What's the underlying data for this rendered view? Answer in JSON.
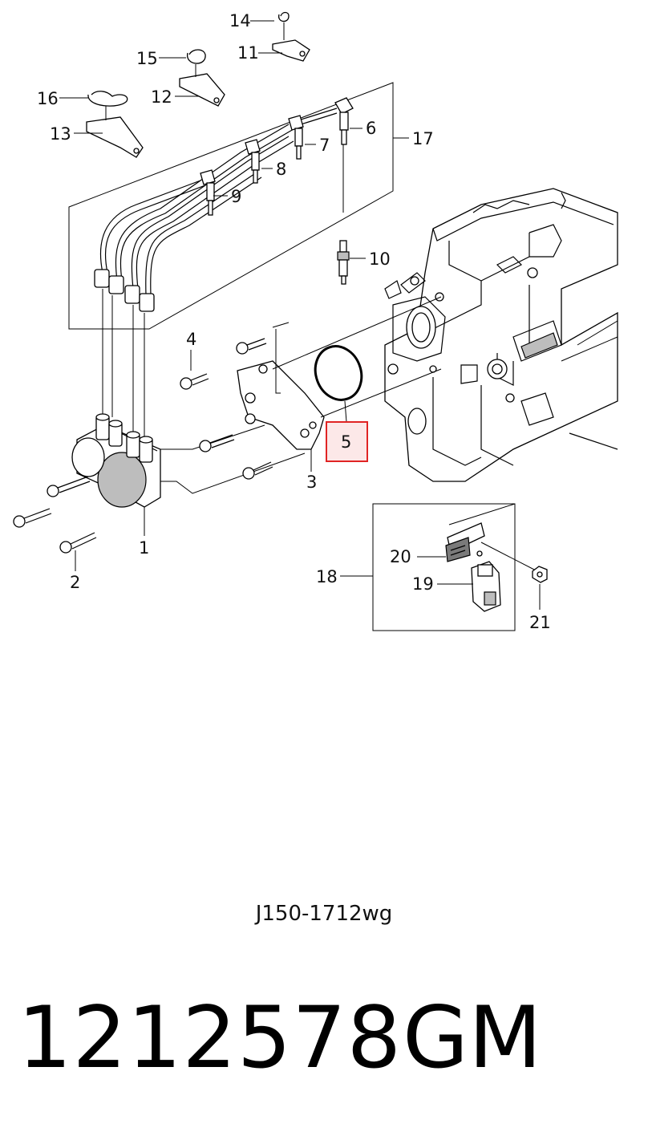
{
  "callouts": {
    "c1": "1",
    "c2": "2",
    "c3": "3",
    "c4": "4",
    "c5": "5",
    "c6": "6",
    "c7": "7",
    "c8": "8",
    "c9": "9",
    "c10": "10",
    "c11": "11",
    "c12": "12",
    "c13": "13",
    "c14": "14",
    "c15": "15",
    "c16": "16",
    "c17": "17",
    "c18": "18",
    "c19": "19",
    "c20": "20",
    "c21": "21"
  },
  "highlight": {
    "part": "5",
    "color": "#e02424"
  },
  "diagram_code": "J150-1712wg",
  "part_number": "1212578",
  "brand": "GM"
}
